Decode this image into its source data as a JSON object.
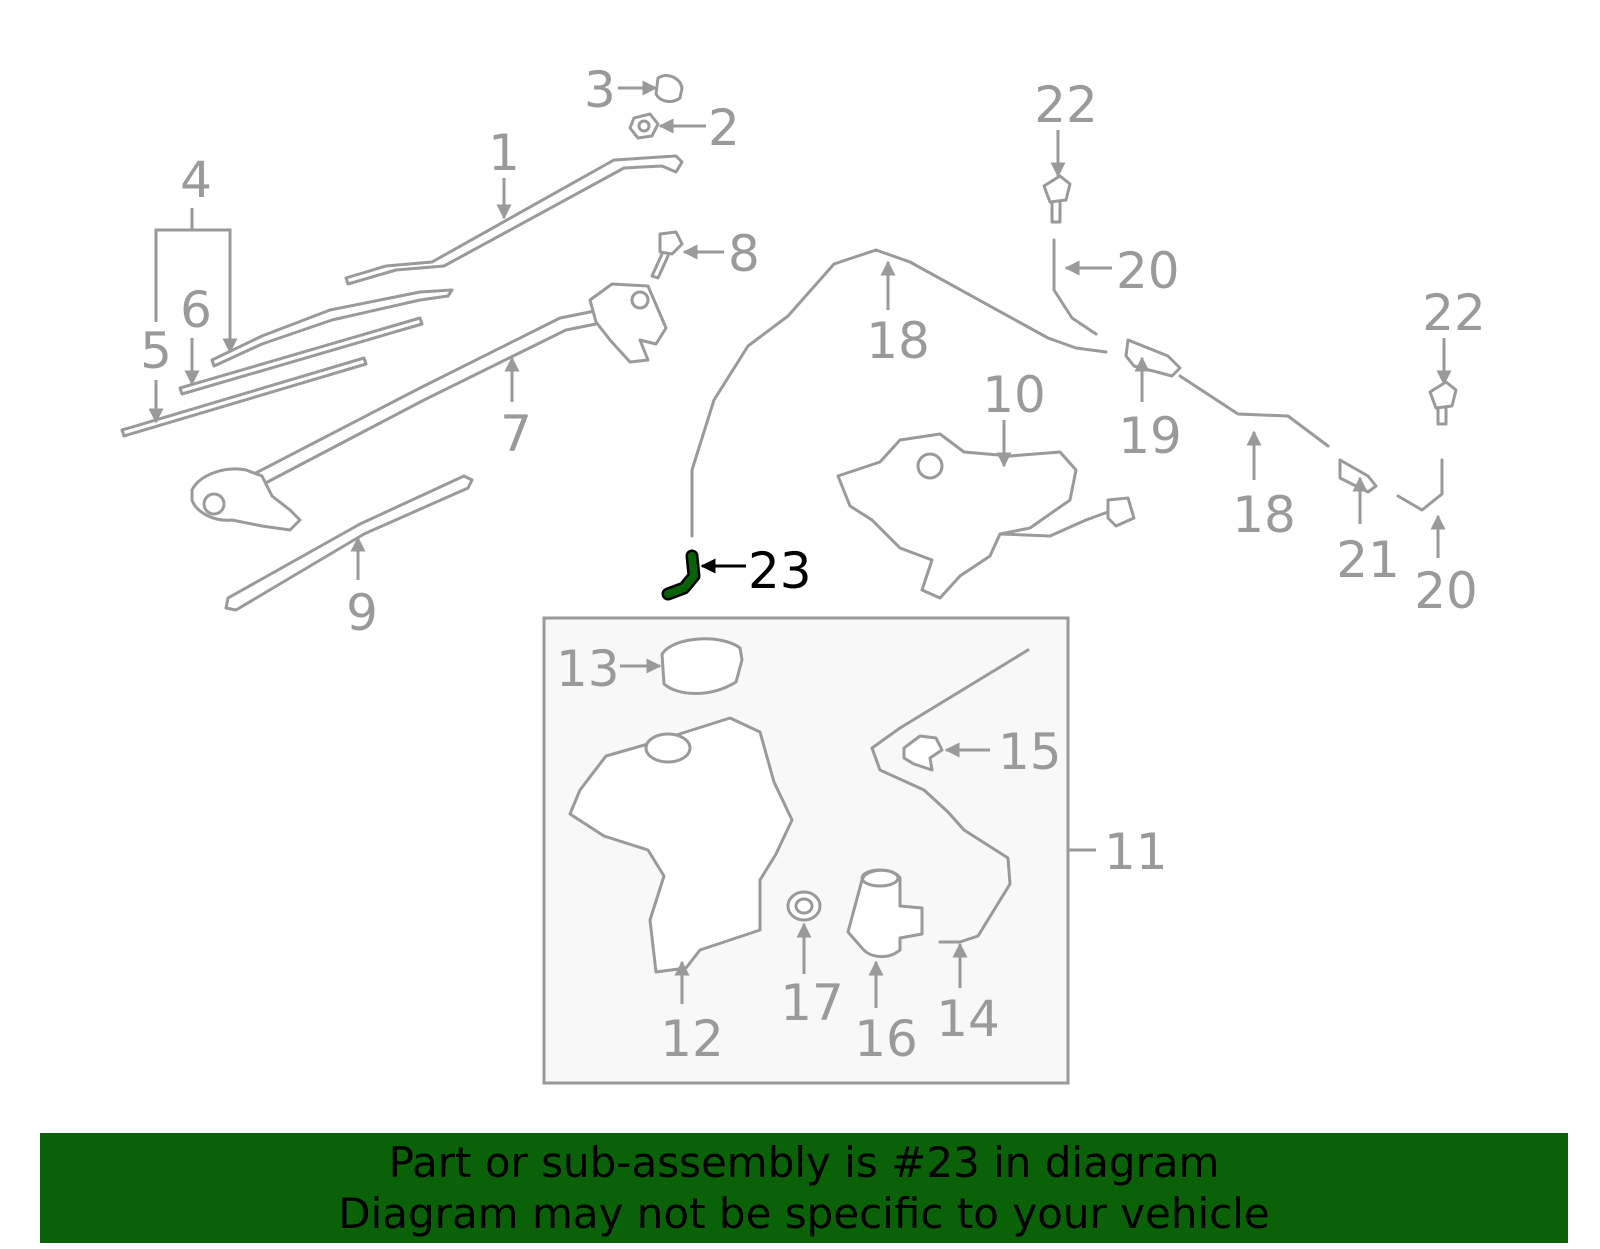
{
  "diagram": {
    "highlight_color": "#0b6108",
    "highlighted_part": "23",
    "callouts": {
      "c1": "1",
      "c2": "2",
      "c3": "3",
      "c4": "4",
      "c5": "5",
      "c6": "6",
      "c7": "7",
      "c8": "8",
      "c9": "9",
      "c10": "10",
      "c11": "11",
      "c12": "12",
      "c13": "13",
      "c14": "14",
      "c15": "15",
      "c16": "16",
      "c17": "17",
      "c18a": "18",
      "c18b": "18",
      "c19": "19",
      "c20a": "20",
      "c20b": "20",
      "c21": "21",
      "c22a": "22",
      "c22b": "22",
      "c23": "23"
    }
  },
  "banner": {
    "line1": "Part or sub-assembly is #23 in diagram",
    "line2": "Diagram may not be specific to your vehicle",
    "background": "#0b6108"
  }
}
